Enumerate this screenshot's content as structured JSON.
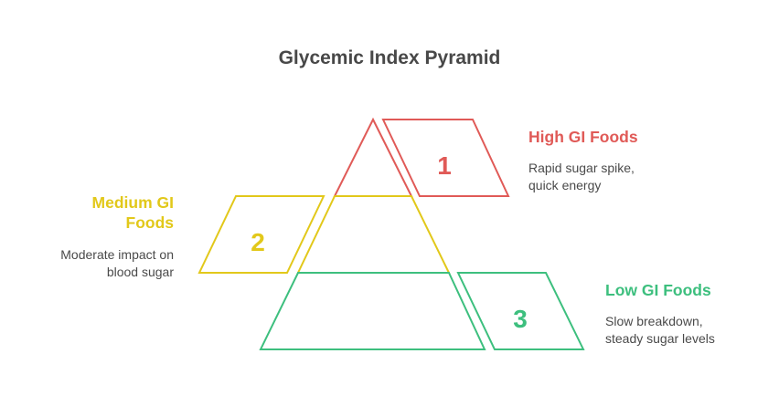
{
  "title": "Glycemic Index Pyramid",
  "colors": {
    "high": "#e05a57",
    "medium": "#e2c81a",
    "low": "#3dbf7e",
    "title": "#484848",
    "text": "#4a4a4a"
  },
  "levels": [
    {
      "number": "1",
      "heading": "High GI Foods",
      "description_line1": "Rapid sugar spike,",
      "description_line2": "quick energy",
      "position": "top",
      "side": "right"
    },
    {
      "number": "2",
      "heading_line1": "Medium GI",
      "heading_line2": "Foods",
      "description_line1": "Moderate impact on",
      "description_line2": "blood sugar",
      "position": "middle",
      "side": "left"
    },
    {
      "number": "3",
      "heading": "Low GI Foods",
      "description_line1": "Slow breakdown,",
      "description_line2": "steady sugar levels",
      "position": "bottom",
      "side": "right"
    }
  ]
}
